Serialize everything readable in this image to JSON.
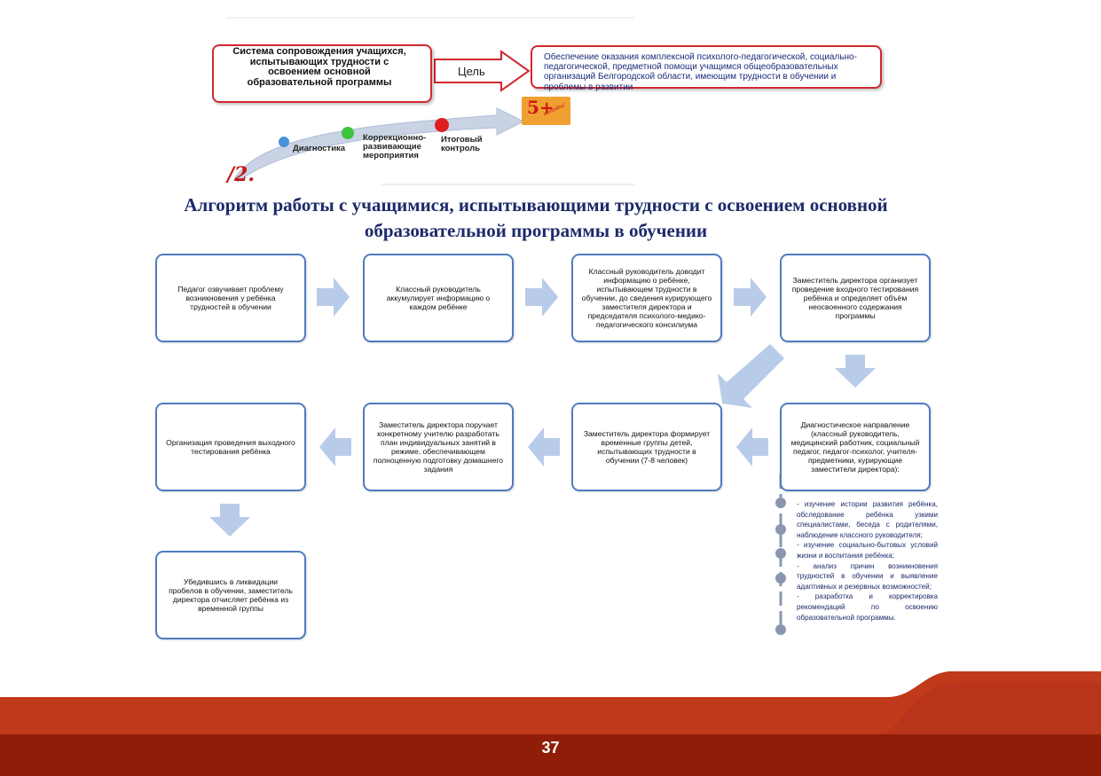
{
  "header": {
    "system_box": "Система сопровождения учащихся, испытывающих трудности с освоением основной образовательной программы",
    "goal_label": "Цель",
    "goal_text": "Обеспечение оказания комплексной психолого-педагогической, социально-педагогической, предметной помощи учащимся общеобразовательных организаций Белгородской области, имеющим трудности в обучении и проблемы в развитии"
  },
  "stages": {
    "items": [
      {
        "label": "Диагностика"
      },
      {
        "label": "Коррекционно-развивающие мероприятия"
      },
      {
        "label": "Итоговый контроль"
      }
    ],
    "grade": "5+",
    "grade_sub": "молодец!",
    "step_mark": "/2."
  },
  "title": "Алгоритм работы с учащимися, испытывающими трудности с освоением основной образовательной программы в обучении",
  "flow": {
    "steps": [
      "Педагог озвучивает проблему возникновения у ребёнка трудностей в обучении",
      "Классный руководитель аккумулирует информацию о каждом ребёнке",
      "Классный руководитель доводит информацию о ребёнке, испытывающем трудности в обучении, до сведения курирующего заместителя директора и председателя психолого-медико-педагогического консилиума",
      "Заместитель директора организует проведение входного тестирования ребёнка и определяет объём неосвоенного содержания программы",
      "Диагностическое направление (классный руководитель, медицинский работник, социальный педагог, педагог-психолог, учителя-предметники, курирующие заместители директора):",
      "Заместитель директора формирует временные группы детей, испытывающих трудности в обучении (7-8 человек)",
      "Заместитель директора поручает конкретному учителю разработать план индивидуальных занятий в режиме, обеспечивающем полноценную подготовку домашнего задания",
      "Организация проведения выходного тестирования ребёнка",
      "Убедившись в ликвидации пробелов в обучении, заместитель директора отчисляет ребёнка из временной группы"
    ],
    "diagnostic_items": [
      "- изучение истории развития ребёнка, обследование ребёнка узкими специалистами, беседа с родителями, наблюдение классного руководителя;",
      "- изучение социально-бытовых условий жизни и воспитания ребёнка;",
      "- анализ причин возникновения трудностей в обучении и выявление адаптивных и резервных возможностей;",
      "- разработка и корректировка рекомендаций по освоению образовательной программы."
    ]
  },
  "footer": {
    "page_number": "37"
  },
  "colors": {
    "accent_red": "#d0282e",
    "box_border": "#4f7bbf",
    "arrow": "#b8cbe8",
    "title": "#1c2a6a",
    "footer_dark": "#8f1d08",
    "footer_light": "#c0391b"
  }
}
